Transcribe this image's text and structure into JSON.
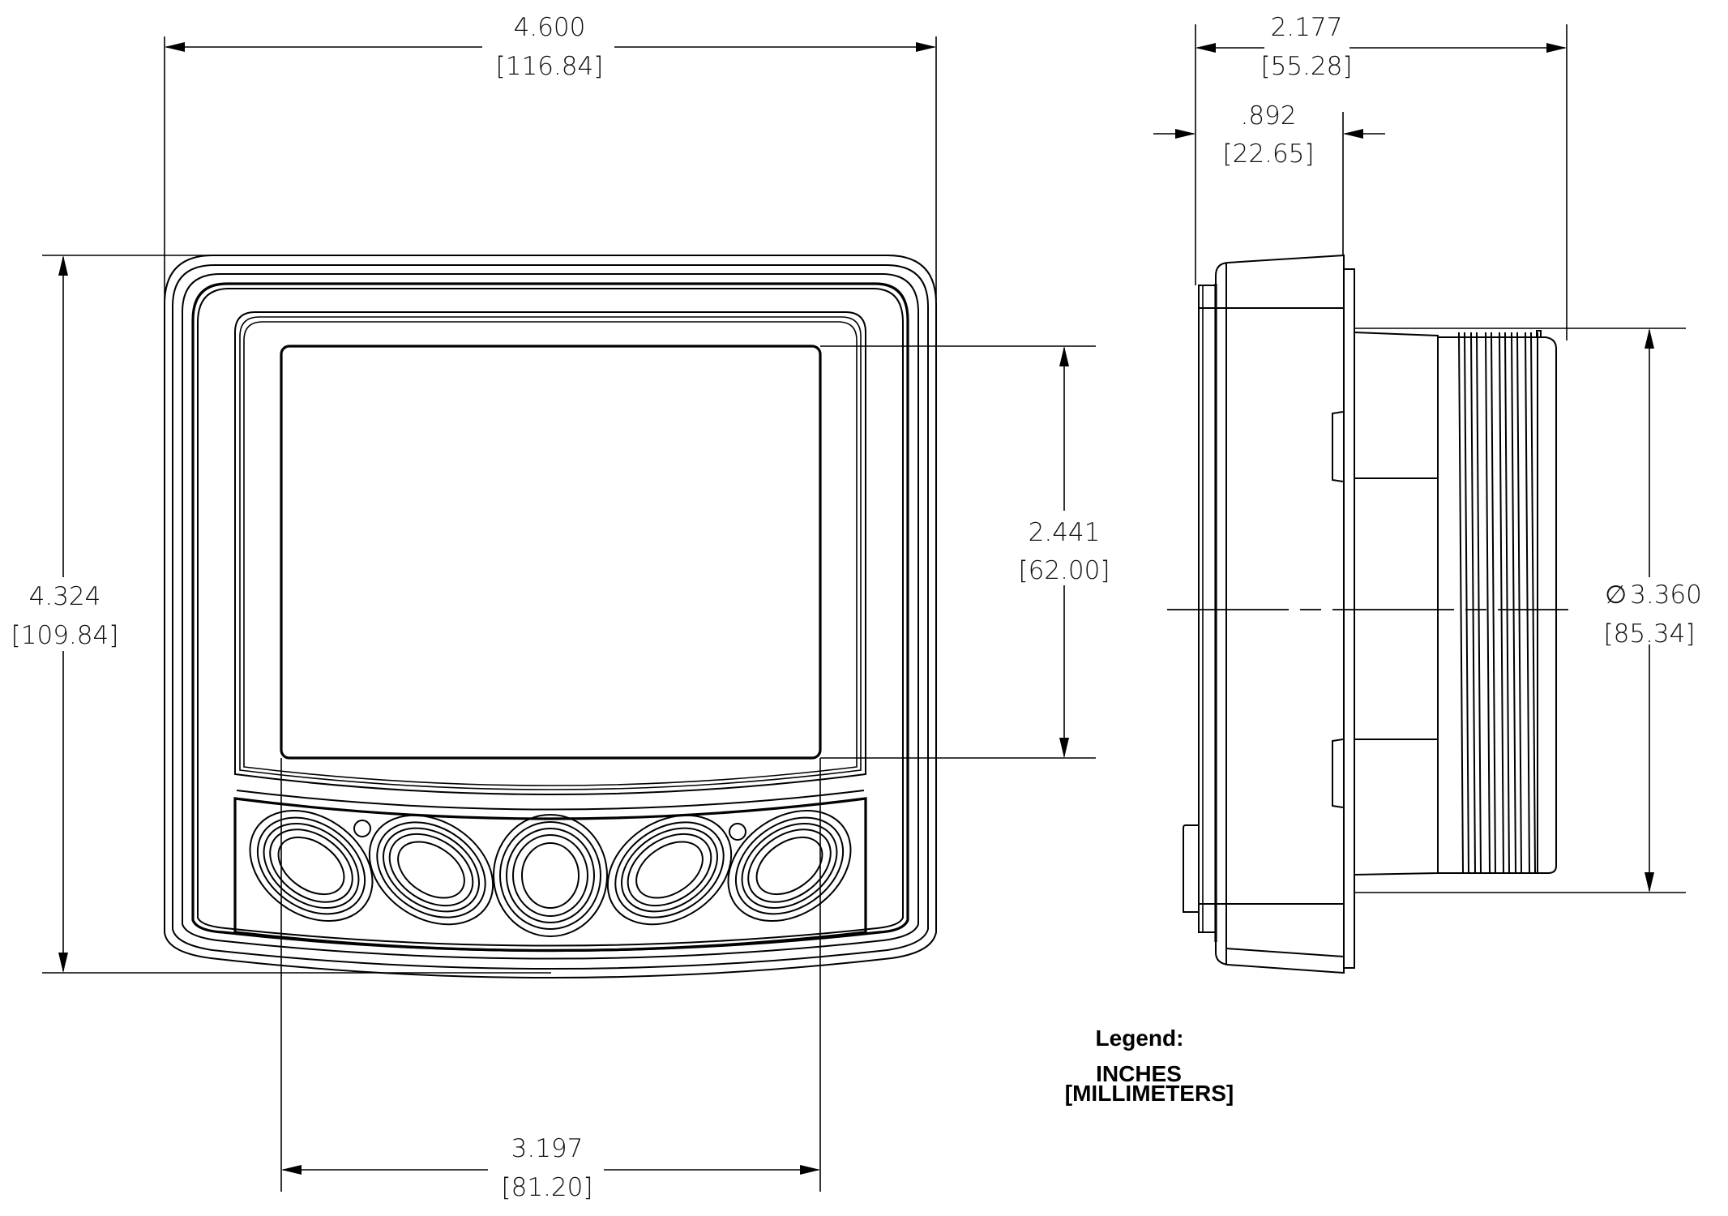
{
  "drawing": {
    "views": [
      "front-view",
      "side-view"
    ],
    "line_color": "#000000",
    "background": "#ffffff"
  },
  "dimensions": {
    "overall_width": {
      "inches": "4.600",
      "mm": "[116.84]"
    },
    "overall_height": {
      "inches": "4.324",
      "mm": "[109.84]"
    },
    "screen_height": {
      "inches": "2.441",
      "mm": "[62.00]"
    },
    "screen_width": {
      "inches": "3.197",
      "mm": "[81.20]"
    },
    "overall_depth": {
      "inches": "2.177",
      "mm": "[55.28]"
    },
    "bezel_depth": {
      "inches": ".892",
      "mm": "[22.65]"
    },
    "mount_diameter": {
      "symbol": "∅",
      "inches": "3.360",
      "mm": "[85.34]"
    }
  },
  "front_view": {
    "button_count": 5,
    "indicator_count": 2
  },
  "legend": {
    "title": "Legend:",
    "primary_unit": "INCHES",
    "secondary_unit": "[MILLIMETERS]"
  }
}
